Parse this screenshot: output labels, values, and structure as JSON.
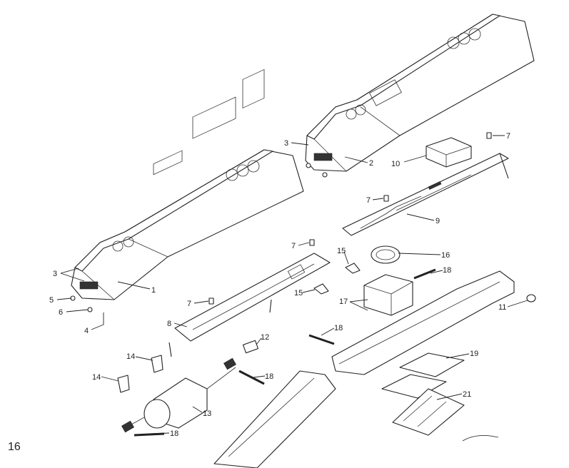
{
  "page_number": "16",
  "labels": {
    "body_shell_lower": "1",
    "body_shell_upper": "2",
    "window_upper": "3",
    "window_lower": "3",
    "coupler": "4",
    "lamp_5": "5",
    "buffer_6": "6",
    "screw_a": "7",
    "screw_b": "7",
    "screw_c": "7",
    "screw_d": "7",
    "circuit_board_8": "8",
    "circuit_board_9": "9",
    "weight_10": "10",
    "part_11": "11",
    "part_12": "12",
    "motor_13": "13",
    "clip_14a": "14",
    "clip_14b": "14",
    "clip_15a": "15",
    "clip_15b": "15",
    "speaker_16": "16",
    "speaker_box_17": "17",
    "shaft_18a": "18",
    "shaft_18b": "18",
    "shaft_18c": "18",
    "shaft_18d": "18",
    "plate_19": "19",
    "bogie_frame_21": "21"
  }
}
